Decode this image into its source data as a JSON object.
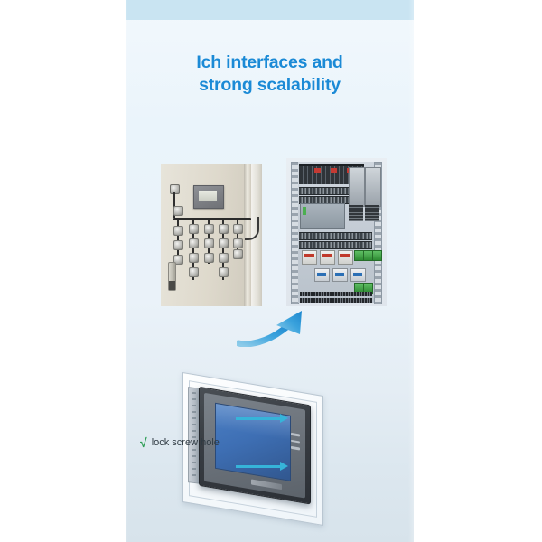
{
  "page": {
    "background_color": "#ffffff",
    "panel_color": "#eaf4fb",
    "panel_top_strip_color": "#c9e4f2",
    "accent_blue": "#1b8ad6",
    "arrow_cyan": "#36b4d9",
    "check_green": "#2e9e55"
  },
  "headline": {
    "line1": "Ich interfaces and",
    "line2": "strong scalability",
    "color": "#1b8ad6"
  },
  "photos": [
    {
      "name": "cabinet-door-panel-photo",
      "alt": "Beige electrical cabinet door with mounted HMI display and wired terminal nodes"
    },
    {
      "name": "cabinet-interior-photo",
      "alt": "Control cabinet interior with circuit breakers, relays, power supplies and terminal blocks"
    }
  ],
  "arrow": {
    "name": "curved-upgrade-arrow",
    "color": "#2e9ed6"
  },
  "device_scene": {
    "device_name": "hmi-touch-panel",
    "screen_color": "#3e6fb4",
    "bezel_color": "#2c3036",
    "callout": {
      "check": "√",
      "label": "lock screw hole"
    },
    "pointer_arrows": 2
  }
}
